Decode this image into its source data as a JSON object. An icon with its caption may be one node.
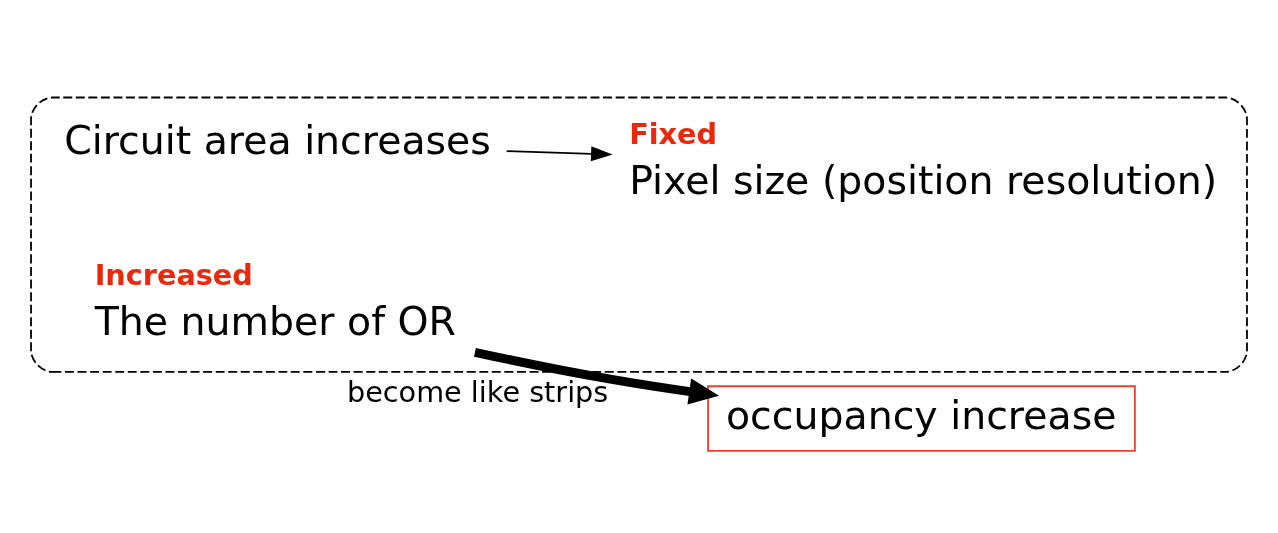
{
  "diagram": {
    "nodes": [
      {
        "text": [],
        "shape": "box"
      },
      {
        "text": [
          "Circuit area increases"
        ],
        "in": 0
      },
      {
        "text": [
          "Pixel size (position resolution)"
        ],
        "in": 0,
        "beside": [
          "Fixed"
        ]
      },
      {
        "text": [
          "The number of OR"
        ],
        "in": 0,
        "beside": [
          "Increased"
        ]
      },
      {
        "text": [
          "occupancy increase"
        ]
      }
    ],
    "edges": [
      {
        "from": 1,
        "to": 2,
        "arrow": "to"
      },
      {
        "from": 3,
        "to": 4,
        "arrow": "to",
        "label": "become like strips",
        "style": "thick"
      }
    ]
  }
}
